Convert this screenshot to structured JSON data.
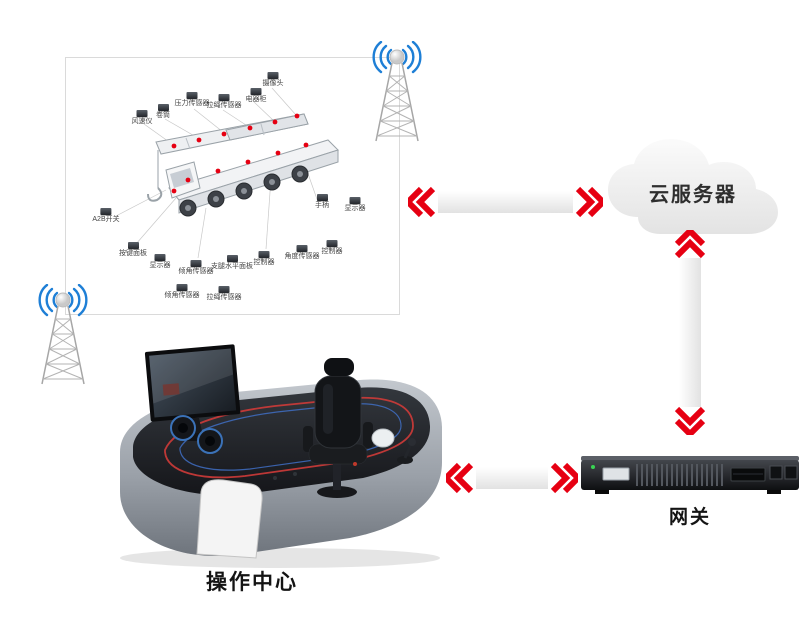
{
  "cloud": {
    "label": "云服务器"
  },
  "gateway": {
    "label": "网关"
  },
  "console": {
    "label": "操作中心"
  },
  "crane_panel": {
    "sensors": [
      {
        "label": "摄像头"
      },
      {
        "label": "电器柜"
      },
      {
        "label": "拉绳传感器"
      },
      {
        "label": "压力传感器"
      },
      {
        "label": "卷筒"
      },
      {
        "label": "风速仪"
      },
      {
        "label": "A2B开关"
      },
      {
        "label": "手柄"
      },
      {
        "label": "显示器"
      },
      {
        "label": "按键面板"
      },
      {
        "label": "显示器"
      },
      {
        "label": "倾角传感器"
      },
      {
        "label": "支腿水平面板"
      },
      {
        "label": "控制器"
      },
      {
        "label": "角度传感器"
      },
      {
        "label": "控制器"
      },
      {
        "label": "倾角传感器"
      },
      {
        "label": "拉绳传感器"
      }
    ]
  },
  "icons": {
    "wifi_signal": "wifi-signal-icon",
    "antenna_tower": "radio-tower-icon",
    "cloud_shape": "cloud-icon",
    "gateway_device": "gateway-device",
    "operator_console": "operator-console",
    "crane_truck": "crane-truck-illustration"
  },
  "colors": {
    "accent_red": "#e60012",
    "wifi_blue": "#1e7fd6",
    "panel_border": "#dadada",
    "label_text": "#141414"
  }
}
